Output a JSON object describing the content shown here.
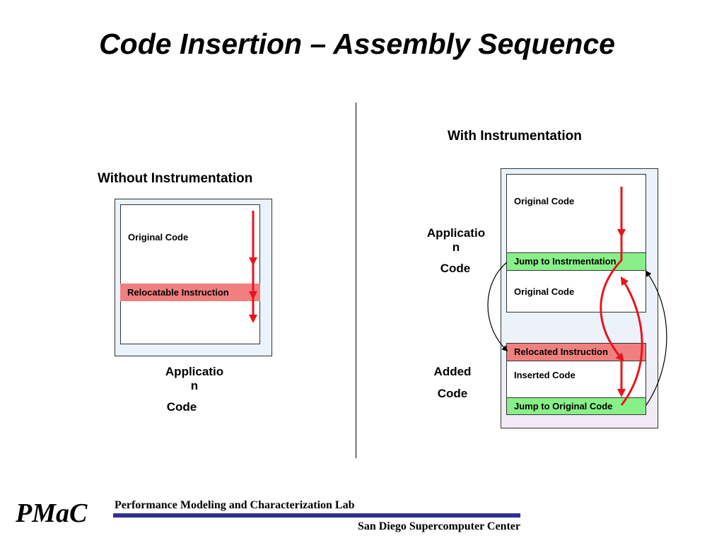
{
  "title": "Code Insertion – Assembly Sequence",
  "left_panel": {
    "heading": "Without Instrumentation",
    "original_code": "Original Code",
    "relocatable_instruction": "Relocatable Instruction",
    "caption_line1": "Applicatio",
    "caption_line2": "n",
    "caption_line3": "Code"
  },
  "right_panel": {
    "heading": "With Instrumentation",
    "application_label_line1": "Applicatio",
    "application_label_line2": "n",
    "application_label_line3": "Code",
    "added_label_line1": "Added",
    "added_label_line2": "Code",
    "original_code_top": "Original Code",
    "jump_to_instrumentation": "Jump to Instrmentation",
    "original_code_bottom": "Original Code",
    "relocated_instruction": "Relocated Instruction",
    "inserted_code": "Inserted Code",
    "jump_to_original_code": "Jump to Original Code"
  },
  "footer": {
    "logo": "PMaC",
    "lab_name": "Performance Modeling and Characterization Lab",
    "center_name": "San Diego Supercomputer Center"
  },
  "colors": {
    "flow_arrow": "#e8141b",
    "relocatable_band": "#f08080",
    "jump_band": "#88f088",
    "outer_box_bg": "#eaf3fb",
    "added_region_bg": "#f3eaf6",
    "footer_rule": "#2e3192"
  }
}
